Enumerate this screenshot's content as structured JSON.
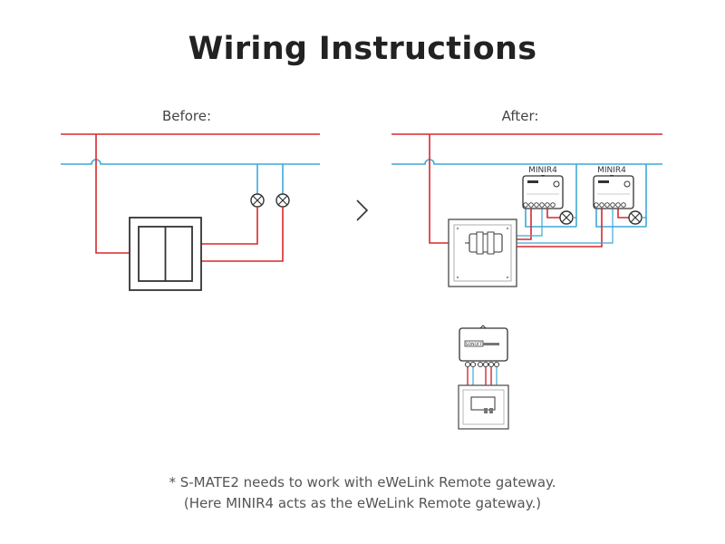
{
  "title": "Wiring Instructions",
  "before_label": "Before:",
  "after_label": "After:",
  "device_label_1": "MINIR4",
  "device_label_2": "MINIR4",
  "device_brand": "SONOFF",
  "footnote_line1": "* S-MATE2 needs to work with eWeLink Remote gateway.",
  "footnote_line2": "(Here MINIR4 acts as the eWeLink Remote gateway.)",
  "colors": {
    "live_wire": "#d7282f",
    "neutral_wire": "#3ea8d8",
    "outline": "#333333",
    "switch_fill": "#ffffff"
  },
  "icons": {
    "next_arrow": "chevron-right-icon",
    "lamp": "lamp-icon",
    "switch": "double-switch-icon",
    "module": "minir4-module-icon",
    "smate": "s-mate2-icon"
  }
}
